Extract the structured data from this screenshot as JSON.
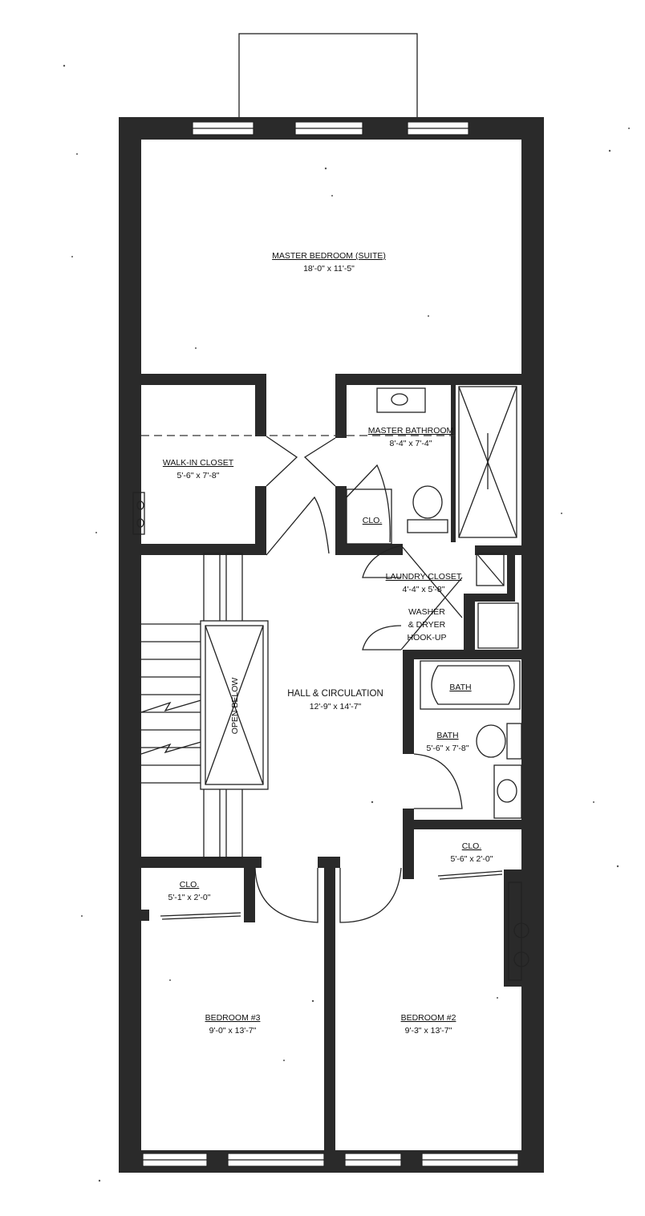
{
  "rooms": {
    "master_bedroom": {
      "name": "MASTER BEDROOM (SUITE)",
      "dims": "18'-0\" x 11'-5\""
    },
    "walk_in_closet": {
      "name": "WALK-IN CLOSET",
      "dims": "5'-6\" x 7'-8\""
    },
    "master_bathroom": {
      "name": "MASTER BATHROOM",
      "dims": "8'-4\" x 7'-4\""
    },
    "master_clo": {
      "name": "CLO."
    },
    "laundry_closet": {
      "name": "LAUNDRY CLOSET",
      "dims": "4'-4\" x 5'-8\"",
      "note_1": "WASHER",
      "note_2": "& DRYER",
      "note_3": "HOOK-UP"
    },
    "open_below": {
      "name": "OPEN BELOW"
    },
    "hall": {
      "name": "HALL & CIRCULATION",
      "dims": "12'-9\" x 14'-7\""
    },
    "bath_tub": {
      "name": "BATH"
    },
    "bath": {
      "name": "BATH",
      "dims": "5'-6\" x 7'-8\""
    },
    "clo_right": {
      "name": "CLO.",
      "dims": "5'-6\" x 2'-0\""
    },
    "clo_left": {
      "name": "CLO.",
      "dims": "5'-1\" x 2'-0\""
    },
    "bedroom_3": {
      "name": "BEDROOM #3",
      "dims": "9'-0\" x 13'-7\""
    },
    "bedroom_2": {
      "name": "BEDROOM #2",
      "dims": "9'-3\" x 13'-7\""
    }
  },
  "colors": {
    "wall": "#2a2a2a",
    "line": "#222222",
    "background": "#ffffff"
  }
}
